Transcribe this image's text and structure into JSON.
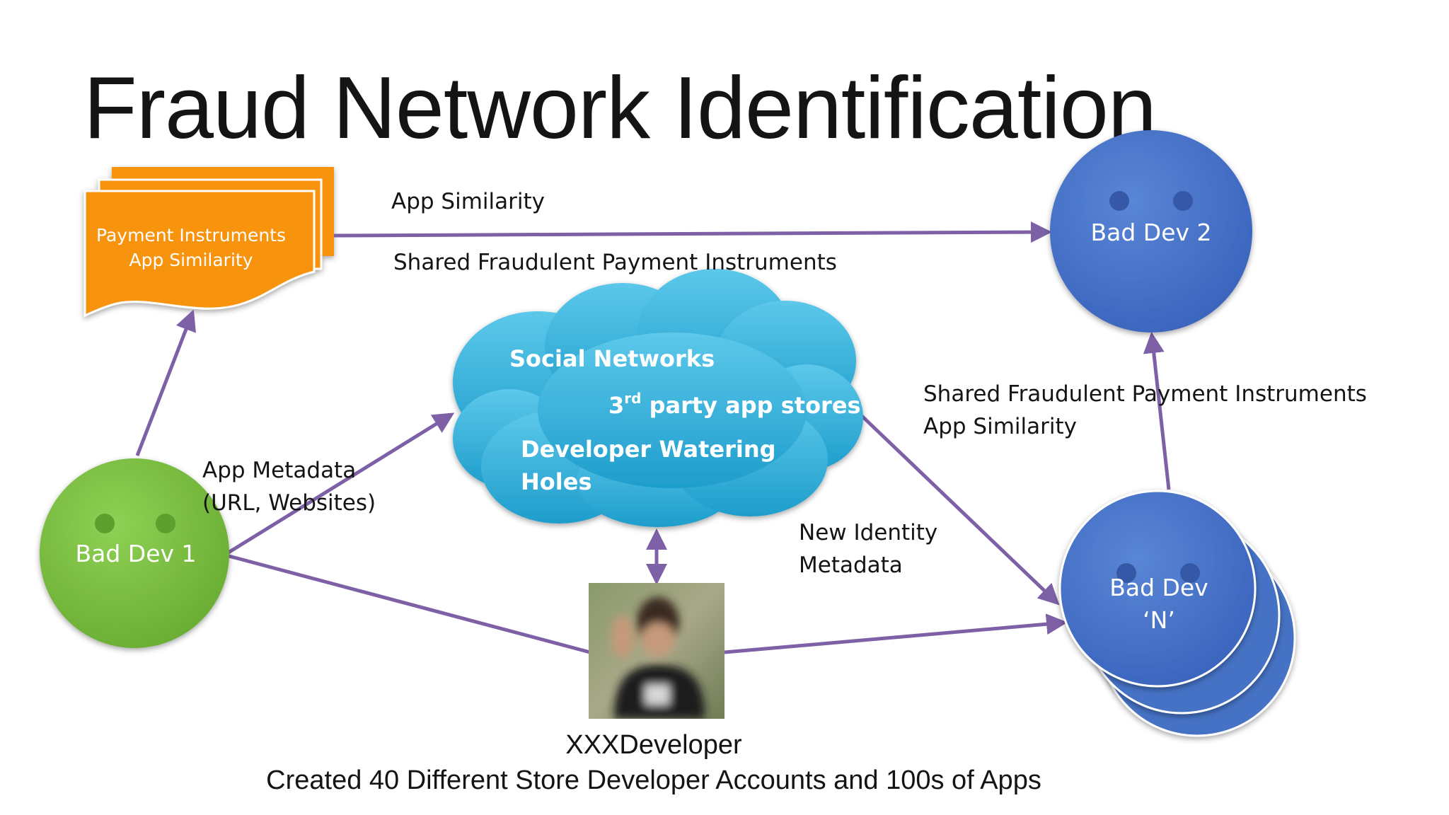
{
  "title": "Fraud Network Identification",
  "nodes": {
    "doc": {
      "line1": "Payment Instruments",
      "line2": "App Similarity"
    },
    "bad_dev_1": {
      "label": "Bad Dev 1"
    },
    "bad_dev_2": {
      "label": "Bad Dev 2"
    },
    "bad_dev_n": {
      "line1": "Bad Dev",
      "line2": "‘N’"
    },
    "cloud": {
      "line1": "Social Networks",
      "line2_pre": "3",
      "line2_sup": "rd",
      "line2_post": " party app stores",
      "line3": "Developer Watering",
      "line4": "Holes"
    }
  },
  "edge_labels": {
    "top_above": "App Similarity",
    "top_below": "Shared Fraudulent Payment Instruments",
    "right_1": "Shared Fraudulent Payment Instruments",
    "right_2": "App Similarity",
    "left_1": "App Metadata",
    "left_2": "(URL, Websites)",
    "mid_1": "New Identity",
    "mid_2": "Metadata"
  },
  "developer": {
    "name": "XXXDeveloper",
    "description": "Created 40 Different Store Developer Accounts and 100s of Apps"
  },
  "colors": {
    "arrow": "#7d60a6",
    "doc": "#f7930f",
    "bad_dev_1": "#7cc244",
    "bad_dev_blue": "#4472c4",
    "cloud": "#2cb0d8"
  }
}
